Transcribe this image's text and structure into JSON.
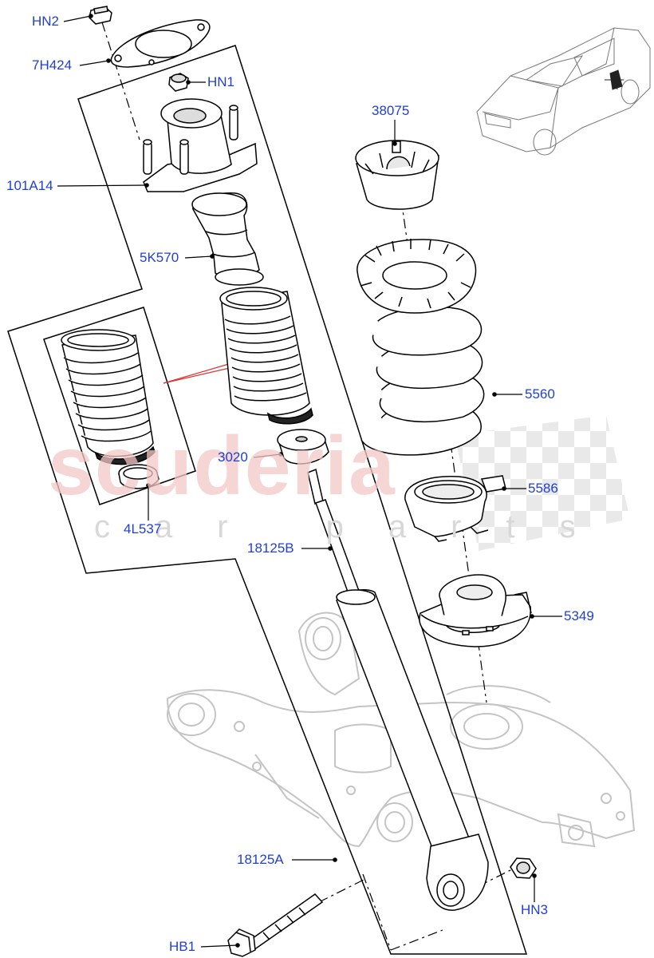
{
  "watermark": {
    "main": "scuderia",
    "sub": "car parts"
  },
  "callouts": [
    {
      "id": "hn2",
      "text": "HN2"
    },
    {
      "id": "7h424",
      "text": "7H424"
    },
    {
      "id": "hn1",
      "text": "HN1"
    },
    {
      "id": "101a14",
      "text": "101A14"
    },
    {
      "id": "38075",
      "text": "38075"
    },
    {
      "id": "5k570",
      "text": "5K570"
    },
    {
      "id": "5560",
      "text": "5560"
    },
    {
      "id": "3020",
      "text": "3020"
    },
    {
      "id": "5586",
      "text": "5586"
    },
    {
      "id": "4l537",
      "text": "4L537"
    },
    {
      "id": "18125b",
      "text": "18125B"
    },
    {
      "id": "5349",
      "text": "5349"
    },
    {
      "id": "18125a",
      "text": "18125A"
    },
    {
      "id": "hn3",
      "text": "HN3"
    },
    {
      "id": "hb1",
      "text": "HB1"
    }
  ],
  "colors": {
    "callout_text": "#1f3fd6",
    "line": "#000000",
    "ghost_part": "#c4c4c4",
    "reference_arrow": "#e03030",
    "watermark": "#f4c7c7"
  }
}
